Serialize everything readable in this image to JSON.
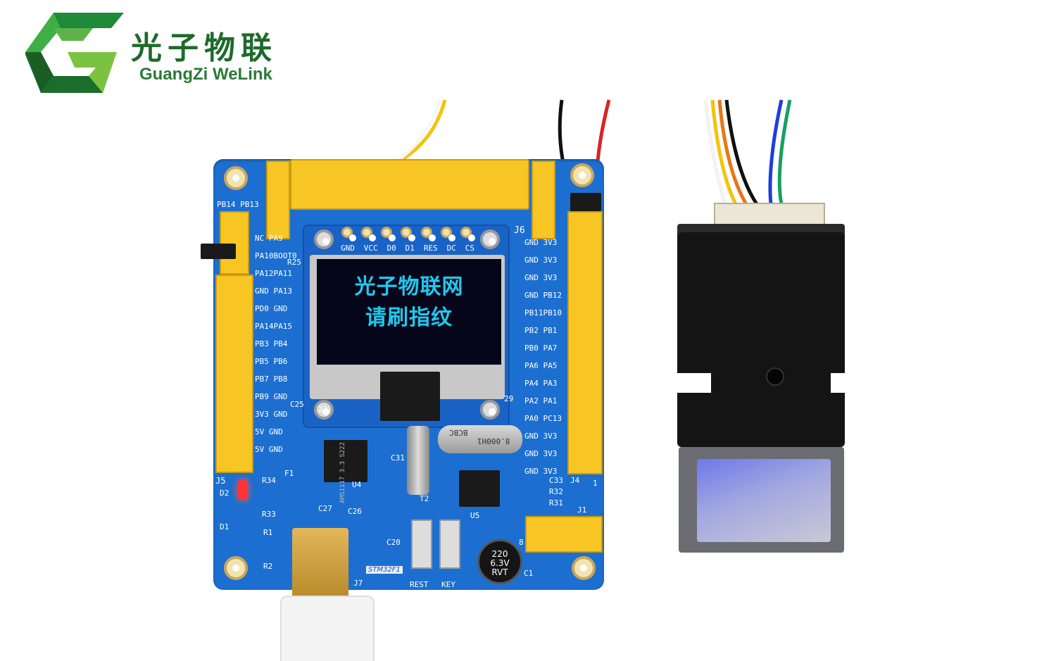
{
  "logo": {
    "cn_name": "光子物联",
    "en_name": "GuangZi WeLink",
    "brand_green": "#1f6a2b"
  },
  "oled": {
    "pin_labels": [
      "GND",
      "VCC",
      "D0",
      "D1",
      "RES",
      "DC",
      "CS"
    ],
    "line1": "光子物联网",
    "line2": "请刷指纹",
    "text_color": "#1fc9ee",
    "j6": "J6",
    "u23": "23"
  },
  "board": {
    "left_labels": [
      "PB14 PB13",
      "NC   PA9",
      "PA10BOOT0",
      "PA12PA11",
      "GND  PA13",
      "PD0  GND",
      "PA14PA15",
      "PB3  PB4",
      "PB5  PB6",
      "PB7  PB8",
      "PB9  GND",
      "3V3  GND",
      "5V   GND",
      "5V   GND"
    ],
    "right_labels": [
      "GND  3V3",
      "GND  3V3",
      "GND  3V3",
      "GND PB12",
      "PB11PB10",
      "PB2  PB1",
      "PB0  PA7",
      "PA6  PA5",
      "PA4  PA3",
      "PA2  PA1",
      "PA0 PC13",
      "GND  3V3",
      "GND  3V3",
      "GND  3V3"
    ],
    "components": {
      "r25": "R25",
      "c25": "C25",
      "r29": "29",
      "ldo": "AMS1117 3.3 S222",
      "u4": "U4",
      "f1": "F1",
      "j5": "J5",
      "d2": "D2",
      "d1": "D1",
      "r34": "R34",
      "r33": "R33",
      "r1": "R1",
      "r2": "R2",
      "c27": "C27",
      "c26": "C26",
      "c31": "C31",
      "t2": "T2",
      "u5": "U5",
      "c20": "C20",
      "crystal": "8.000H1",
      "crystal_brand": "BCBC",
      "c33": "C33",
      "r32": "R32",
      "r31": "R31",
      "j4": "J4",
      "j1": "J1",
      "j7": "J7",
      "stm": "STM32F1",
      "rest": "REST",
      "key": "KEY",
      "c1": "C1",
      "cap": [
        "220",
        "6.3V",
        "RVT"
      ],
      "pin1": "1",
      "pin8": "8"
    },
    "pcb_color": "#1c6fd0",
    "header_color": "#f7c625"
  }
}
